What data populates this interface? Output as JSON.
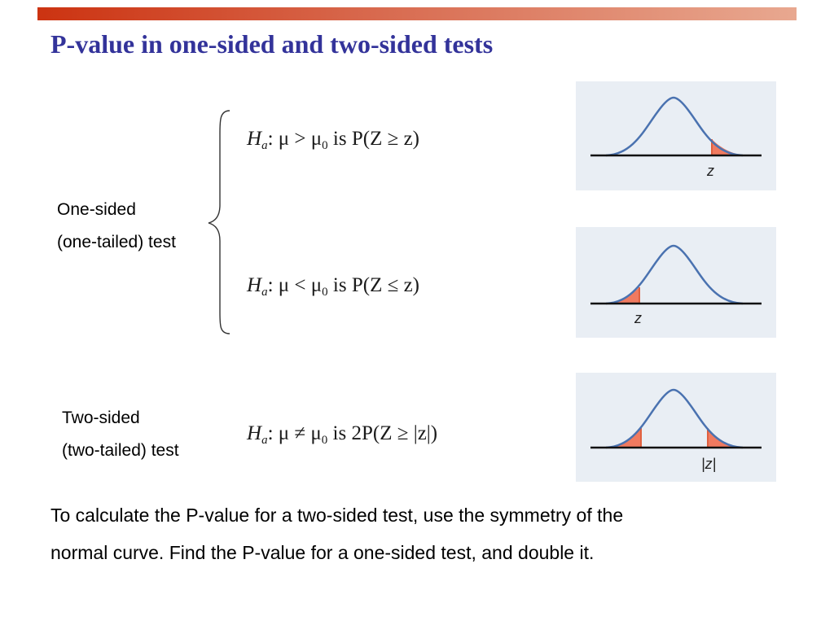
{
  "slide": {
    "title": "P-value in one-sided and two-sided tests"
  },
  "one_sided": {
    "label_line1": "One-sided",
    "label_line2": "(one-tailed) test",
    "upper": {
      "ha": "H",
      "ha_sub": "a",
      "rel": ": μ > μ",
      "mu_sub": "0",
      "is": " is ",
      "prob": "P(Z ≥ z)",
      "tick_label": "z",
      "tail": "right"
    },
    "lower": {
      "ha": "H",
      "ha_sub": "a",
      "rel": ": μ < μ",
      "mu_sub": "0",
      "is": " is ",
      "prob": "P(Z ≤ z)",
      "tick_label": "z",
      "tail": "left"
    }
  },
  "two_sided": {
    "label_line1": "Two-sided",
    "label_line2": "(two-tailed) test",
    "ha": "H",
    "ha_sub": "a",
    "rel": ": μ ≠ μ",
    "mu_sub": "0",
    "is": " is ",
    "prob": "2P(Z ≥ |z|)",
    "tick_label": "|z|",
    "tail": "both"
  },
  "note": {
    "line1": "To calculate the P-value for a two-sided test, use the symmetry of the",
    "line2": "normal curve. Find the P-value for a one-sided test, and double it."
  },
  "colors": {
    "title": "#33339a",
    "accent_bar": "#cc3311",
    "curve": "#4a72b0",
    "tail_fill": "#f07a60",
    "panel_bg": "#e9eef4"
  }
}
